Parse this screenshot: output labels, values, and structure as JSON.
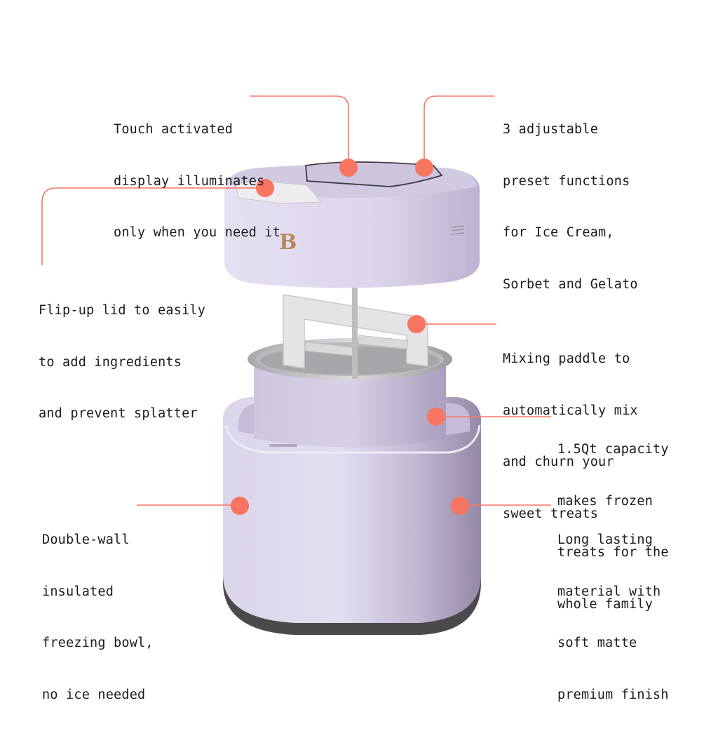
{
  "colors": {
    "accent": "#F87562",
    "body_lavender": "#DDD6EC",
    "body_shadow": "#A79DBA",
    "base_dark": "#4A4A4C",
    "metal": "#C8C9CB",
    "logo_gold": "#B8875A",
    "text": "#1A1A1A"
  },
  "product": {
    "logo_letter": "B",
    "callouts": [
      {
        "id": "touch-display",
        "lines": [
          "Touch activated",
          "display illuminates",
          "only when you need it"
        ]
      },
      {
        "id": "preset-functions",
        "lines": [
          "3 adjustable",
          "preset functions",
          "for Ice Cream,",
          "Sorbet and Gelato"
        ]
      },
      {
        "id": "flip-up-lid",
        "lines": [
          "Flip-up lid to easily",
          "to add ingredients",
          "and prevent splatter"
        ]
      },
      {
        "id": "mixing-paddle",
        "lines": [
          "Mixing paddle to",
          "automatically mix",
          "and churn your",
          "sweet treats"
        ]
      },
      {
        "id": "capacity",
        "lines": [
          "1.5Qt capacity",
          "makes frozen",
          "treats for the",
          "whole family"
        ]
      },
      {
        "id": "double-wall-bowl",
        "lines": [
          "Double-wall",
          "insulated",
          "freezing bowl,",
          "no ice needed"
        ]
      },
      {
        "id": "matte-finish",
        "lines": [
          "Long lasting",
          "material with",
          "soft matte",
          "premium finish"
        ]
      }
    ]
  }
}
